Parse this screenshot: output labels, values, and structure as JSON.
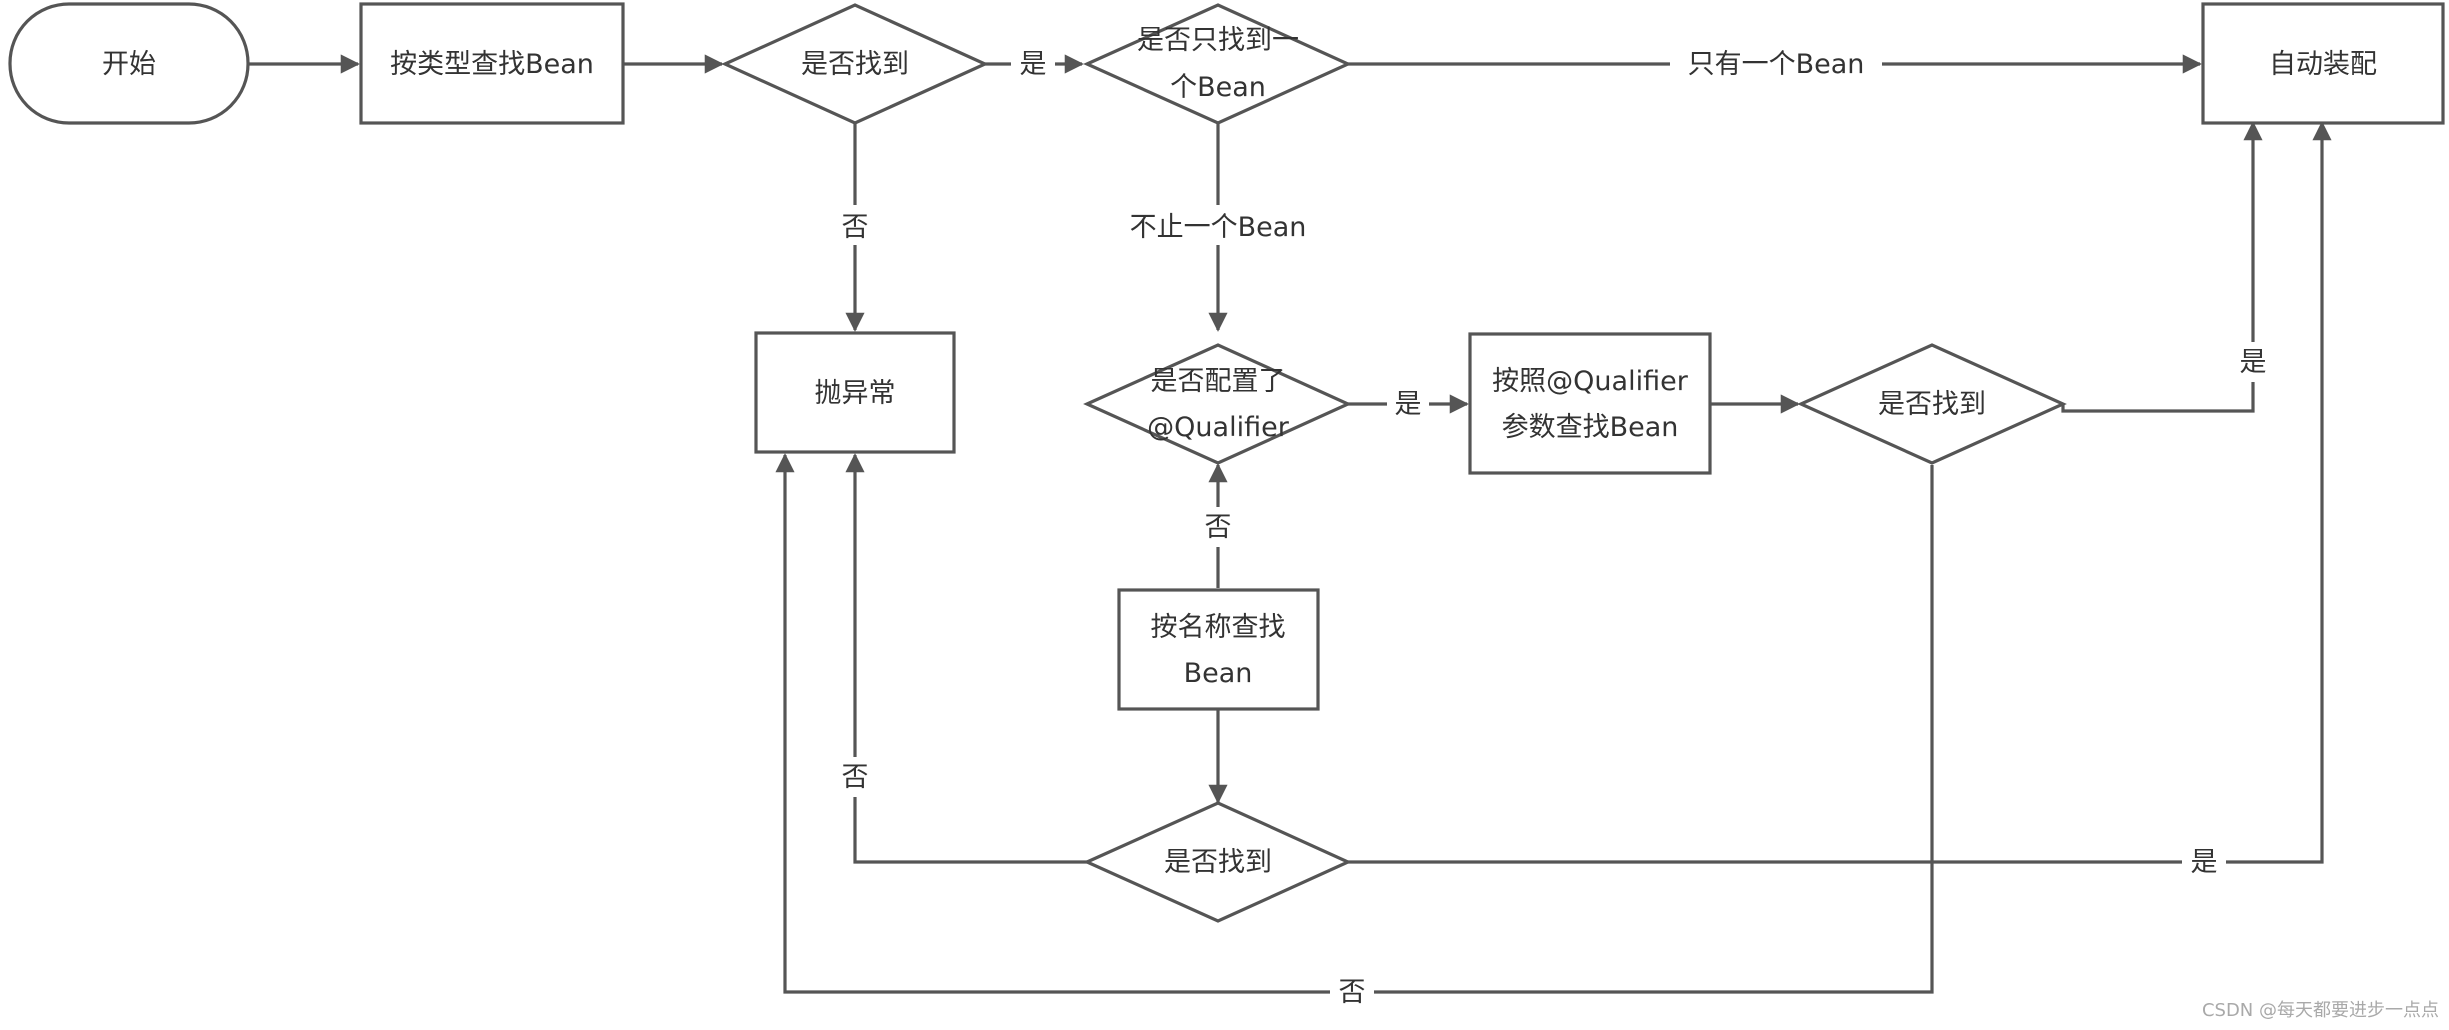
{
  "nodes": {
    "start": "开始",
    "find_by_type": "按类型查找Bean",
    "found_1": "是否找到",
    "only_one": [
      "是否只找到一",
      "个Bean"
    ],
    "throw": "抛异常",
    "qualifier_cfg": [
      "是否配置了",
      "@Qualifier"
    ],
    "find_by_qualifier": [
      "按照@Qualifier",
      "参数查找Bean"
    ],
    "found_3": "是否找到",
    "find_by_name": [
      "按名称查找",
      "Bean"
    ],
    "found_2": "是否找到",
    "autowire": "自动装配"
  },
  "labels": {
    "yes_found1": "是",
    "no_found1": "否",
    "only_one_bean": "只有一个Bean",
    "more_than_one": "不止一个Bean",
    "yes_qualifier": "是",
    "no_qualifier": "否",
    "yes_found3": "是",
    "no_found2": "否",
    "yes_found2": "是",
    "no_found3": "否"
  },
  "watermark": "CSDN @每天都要进步一点点"
}
